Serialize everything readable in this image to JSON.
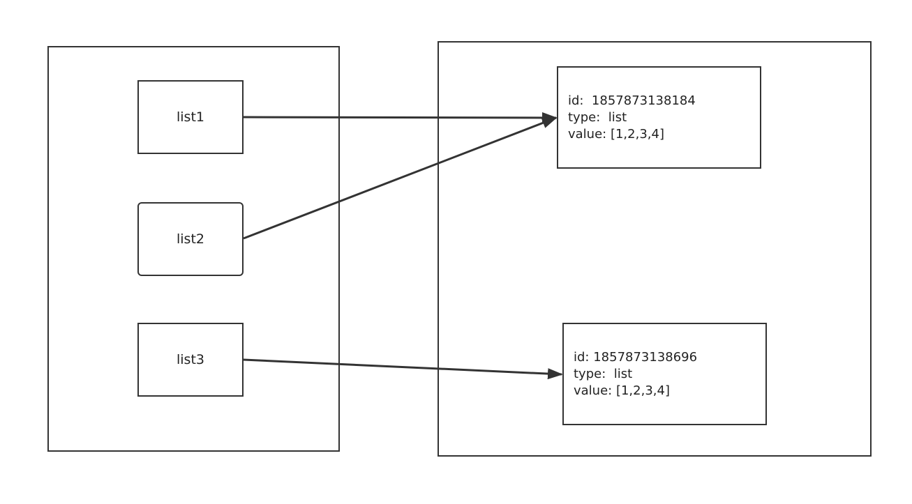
{
  "variables": [
    {
      "label": "list1"
    },
    {
      "label": "list2"
    },
    {
      "label": "list3"
    }
  ],
  "objects": [
    {
      "id": "id:  1857873138184",
      "type": "type:  list",
      "value": "value: [1,2,3,4]"
    },
    {
      "id": "id: 1857873138696",
      "type": "type:  list",
      "value": "value: [1,2,3,4]"
    }
  ],
  "colors": {
    "stroke": "#333333",
    "text": "#222222"
  }
}
